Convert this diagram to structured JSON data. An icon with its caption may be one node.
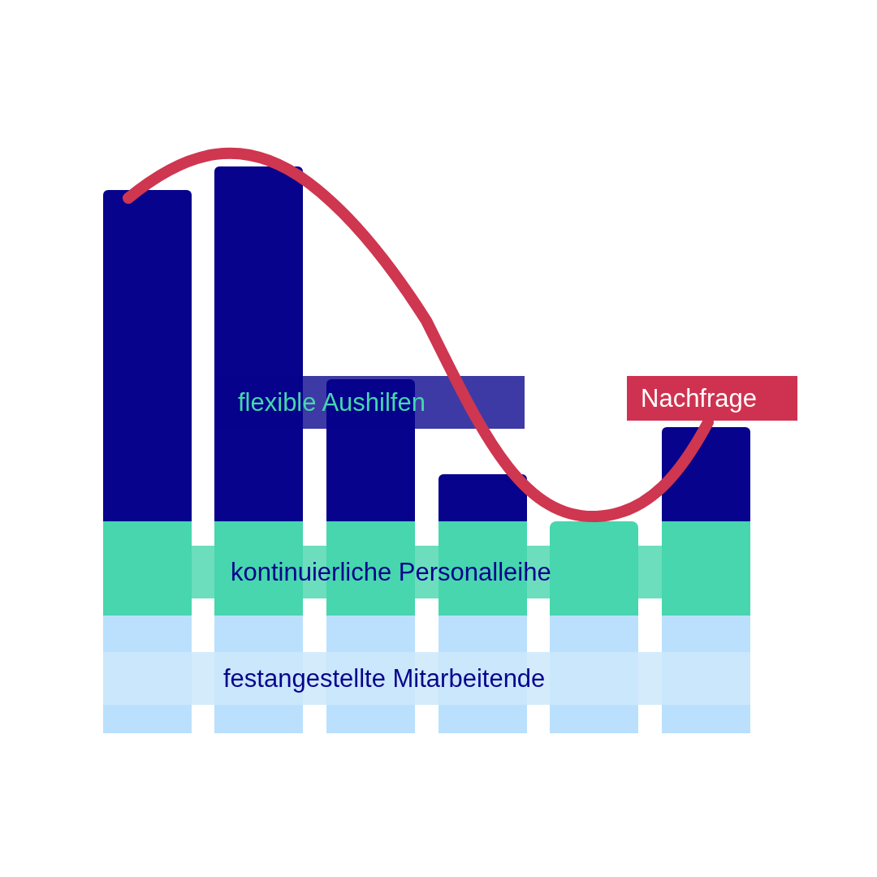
{
  "diagram": {
    "nodes": [
      {
        "text": [
          "flexible Aushilfen"
        ]
      },
      {
        "text": [
          "Nachfrage"
        ]
      },
      {
        "text": [
          "kontinuierliche Personalleihe"
        ]
      },
      {
        "text": [
          "festangestellte Mitarbeitende"
        ]
      }
    ]
  }
}
